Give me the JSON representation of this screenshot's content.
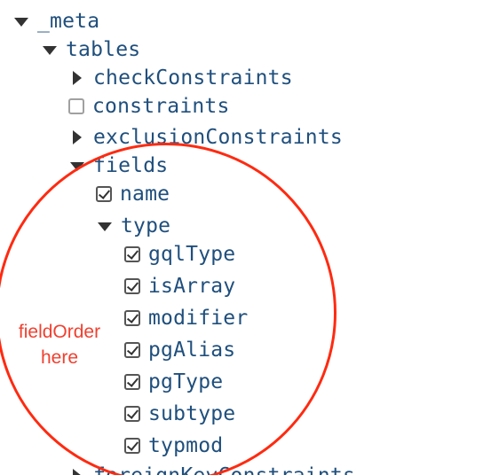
{
  "tree": {
    "meta": {
      "label": "_meta",
      "expanded": true
    },
    "tables": {
      "label": "tables",
      "expanded": true
    },
    "checkConstraints": {
      "label": "checkConstraints",
      "expanded": false
    },
    "constraints": {
      "label": "constraints",
      "checked": false
    },
    "exclusionConstraints": {
      "label": "exclusionConstraints",
      "expanded": false
    },
    "fields": {
      "label": "fields",
      "expanded": true
    },
    "name": {
      "label": "name",
      "checked": true
    },
    "type": {
      "label": "type",
      "expanded": true
    },
    "type_children": [
      {
        "label": "gqlType",
        "checked": true
      },
      {
        "label": "isArray",
        "checked": true
      },
      {
        "label": "modifier",
        "checked": true
      },
      {
        "label": "pgAlias",
        "checked": true
      },
      {
        "label": "pgType",
        "checked": true
      },
      {
        "label": "subtype",
        "checked": true
      },
      {
        "label": "typmod",
        "checked": true
      }
    ],
    "foreignKeyConstraints": {
      "label": "foreignKeyConstraints",
      "expanded": false
    }
  },
  "annotation": {
    "line1": "fieldOrder",
    "line2": "here",
    "color": "#ff2a10"
  }
}
